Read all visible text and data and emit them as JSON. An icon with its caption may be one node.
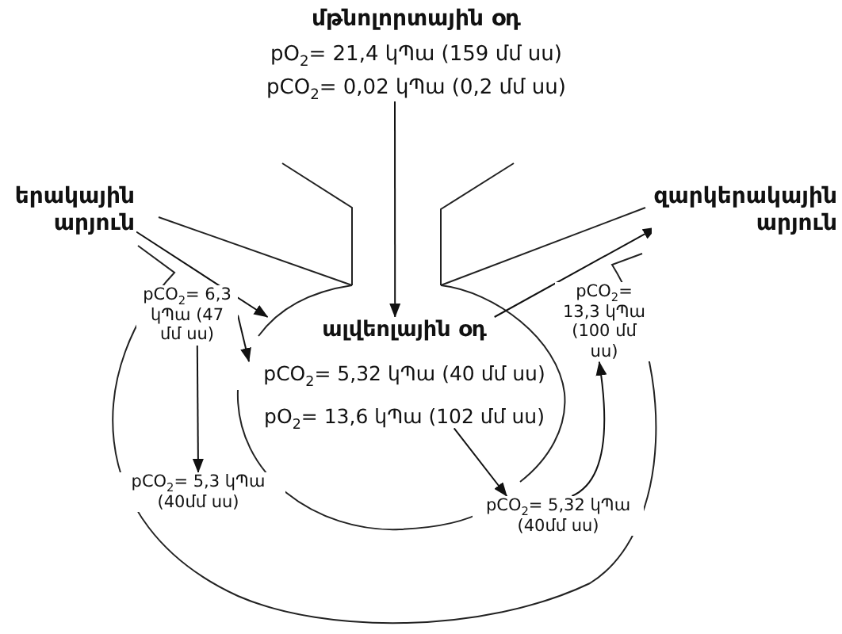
{
  "diagram": {
    "nodes": [
      {
        "text": [
          "մթնոլորտային օդ",
          "pO$_{2}$= 21,4 կՊա (159 մմ սս)",
          "pCO$_{2}$= 0,02 կՊա (0,2 մմ սս)"
        ]
      },
      {
        "text": [
          "երակային արյուն"
        ]
      },
      {
        "text": [
          "զարկերակային արյուն"
        ]
      },
      {
        "text": [
          "ալվեոլային օդ",
          "pCO$_{2}$= 5,32 կՊա (40 մմ սս)",
          "pO$_{2}$= 13,6 կՊա (102 մմ սս)"
        ]
      },
      {
        "text": [
          "pCO$_{2}$= 6,3 կՊա (47 մմ սս)"
        ]
      },
      {
        "text": [
          "pCO$_{2}$= 5,3 կՊա (40մմ սս)"
        ]
      },
      {
        "text": [
          "pCO$_{2}$= 5,32 կՊա (40մմ սս)"
        ]
      },
      {
        "text": [
          "pCO$_{2}$= 13,3 կՊա (100 մմ սս)"
        ]
      }
    ],
    "edges": [
      {
        "from": 0,
        "to": 3,
        "arrow": "to"
      },
      {
        "from": 1,
        "to": 3,
        "arrow": "to"
      },
      {
        "from": 3,
        "to": 2,
        "arrow": "to"
      },
      {
        "from": 4,
        "to": 3,
        "arrow": "to"
      },
      {
        "from": 4,
        "to": 5,
        "arrow": "to"
      },
      {
        "from": 3,
        "to": 6,
        "arrow": "to"
      },
      {
        "from": 6,
        "to": 7,
        "arrow": "to"
      }
    ]
  }
}
